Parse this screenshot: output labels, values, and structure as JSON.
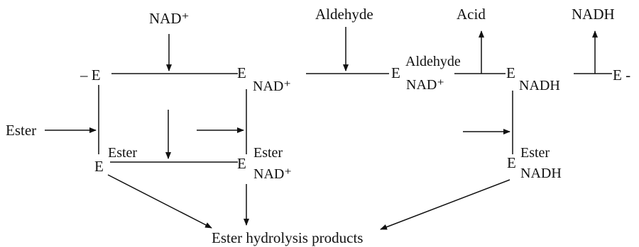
{
  "labels": {
    "nad_plus_top": "NAD⁺",
    "aldehyde_top": "Aldehyde",
    "acid_top": "Acid",
    "nadh_top": "NADH",
    "e_left": "– E",
    "e_right": "E -",
    "e_nad_main": "E",
    "e_nad_sub": "NAD⁺",
    "e_ald_main": "E",
    "e_ald_sup": "Aldehyde",
    "e_ald_sub": "NAD⁺",
    "e_nadh_main": "E",
    "e_nadh_sub": "NADH",
    "ester_input": "Ester",
    "e_ester_main": "E",
    "e_ester_sup": "Ester",
    "e_ester_nad_main": "E",
    "e_ester_nad_sup": "Ester",
    "e_ester_nad_sub": "NAD⁺",
    "e_ester_nadh_main": "E",
    "e_ester_nadh_sup": "Ester",
    "e_ester_nadh_sub": "NADH",
    "products": "Ester hydrolysis products"
  }
}
